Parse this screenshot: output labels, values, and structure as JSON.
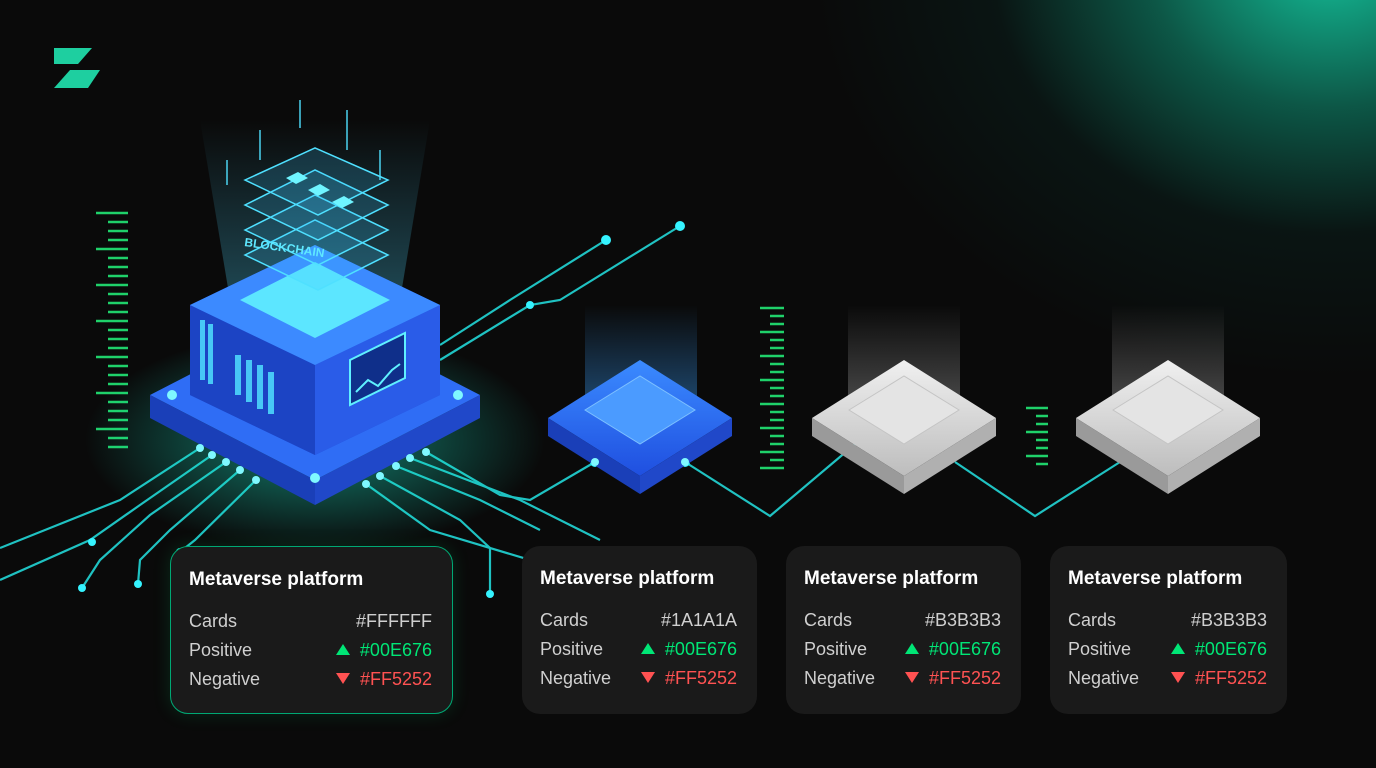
{
  "brand": {
    "logo_icon": "brand-logo-icon",
    "accent": "#1ecfa0"
  },
  "colors": {
    "positive": "#00E676",
    "negative": "#FF5252",
    "glow_blue": "#2b6bff",
    "glow_cyan": "#35f3ff"
  },
  "illustration": {
    "tower_layers": [
      "BLOCKCHAIN"
    ]
  },
  "cards": [
    {
      "title": "Metaverse platform",
      "rows": [
        {
          "label": "Cards",
          "value": "#FFFFFF"
        },
        {
          "label": "Positive",
          "value": "#00E676",
          "icon": "triangle-up-icon"
        },
        {
          "label": "Negative",
          "value": "#FF5252",
          "icon": "triangle-down-icon"
        }
      ]
    },
    {
      "title": "Metaverse platform",
      "rows": [
        {
          "label": "Cards",
          "value": "#1A1A1A"
        },
        {
          "label": "Positive",
          "value": "#00E676",
          "icon": "triangle-up-icon"
        },
        {
          "label": "Negative",
          "value": "#FF5252",
          "icon": "triangle-down-icon"
        }
      ]
    },
    {
      "title": "Metaverse platform",
      "rows": [
        {
          "label": "Cards",
          "value": "#B3B3B3"
        },
        {
          "label": "Positive",
          "value": "#00E676",
          "icon": "triangle-up-icon"
        },
        {
          "label": "Negative",
          "value": "#FF5252",
          "icon": "triangle-down-icon"
        }
      ]
    },
    {
      "title": "Metaverse platform",
      "rows": [
        {
          "label": "Cards",
          "value": "#B3B3B3"
        },
        {
          "label": "Positive",
          "value": "#00E676",
          "icon": "triangle-up-icon"
        },
        {
          "label": "Negative",
          "value": "#FF5252",
          "icon": "triangle-down-icon"
        }
      ]
    }
  ]
}
